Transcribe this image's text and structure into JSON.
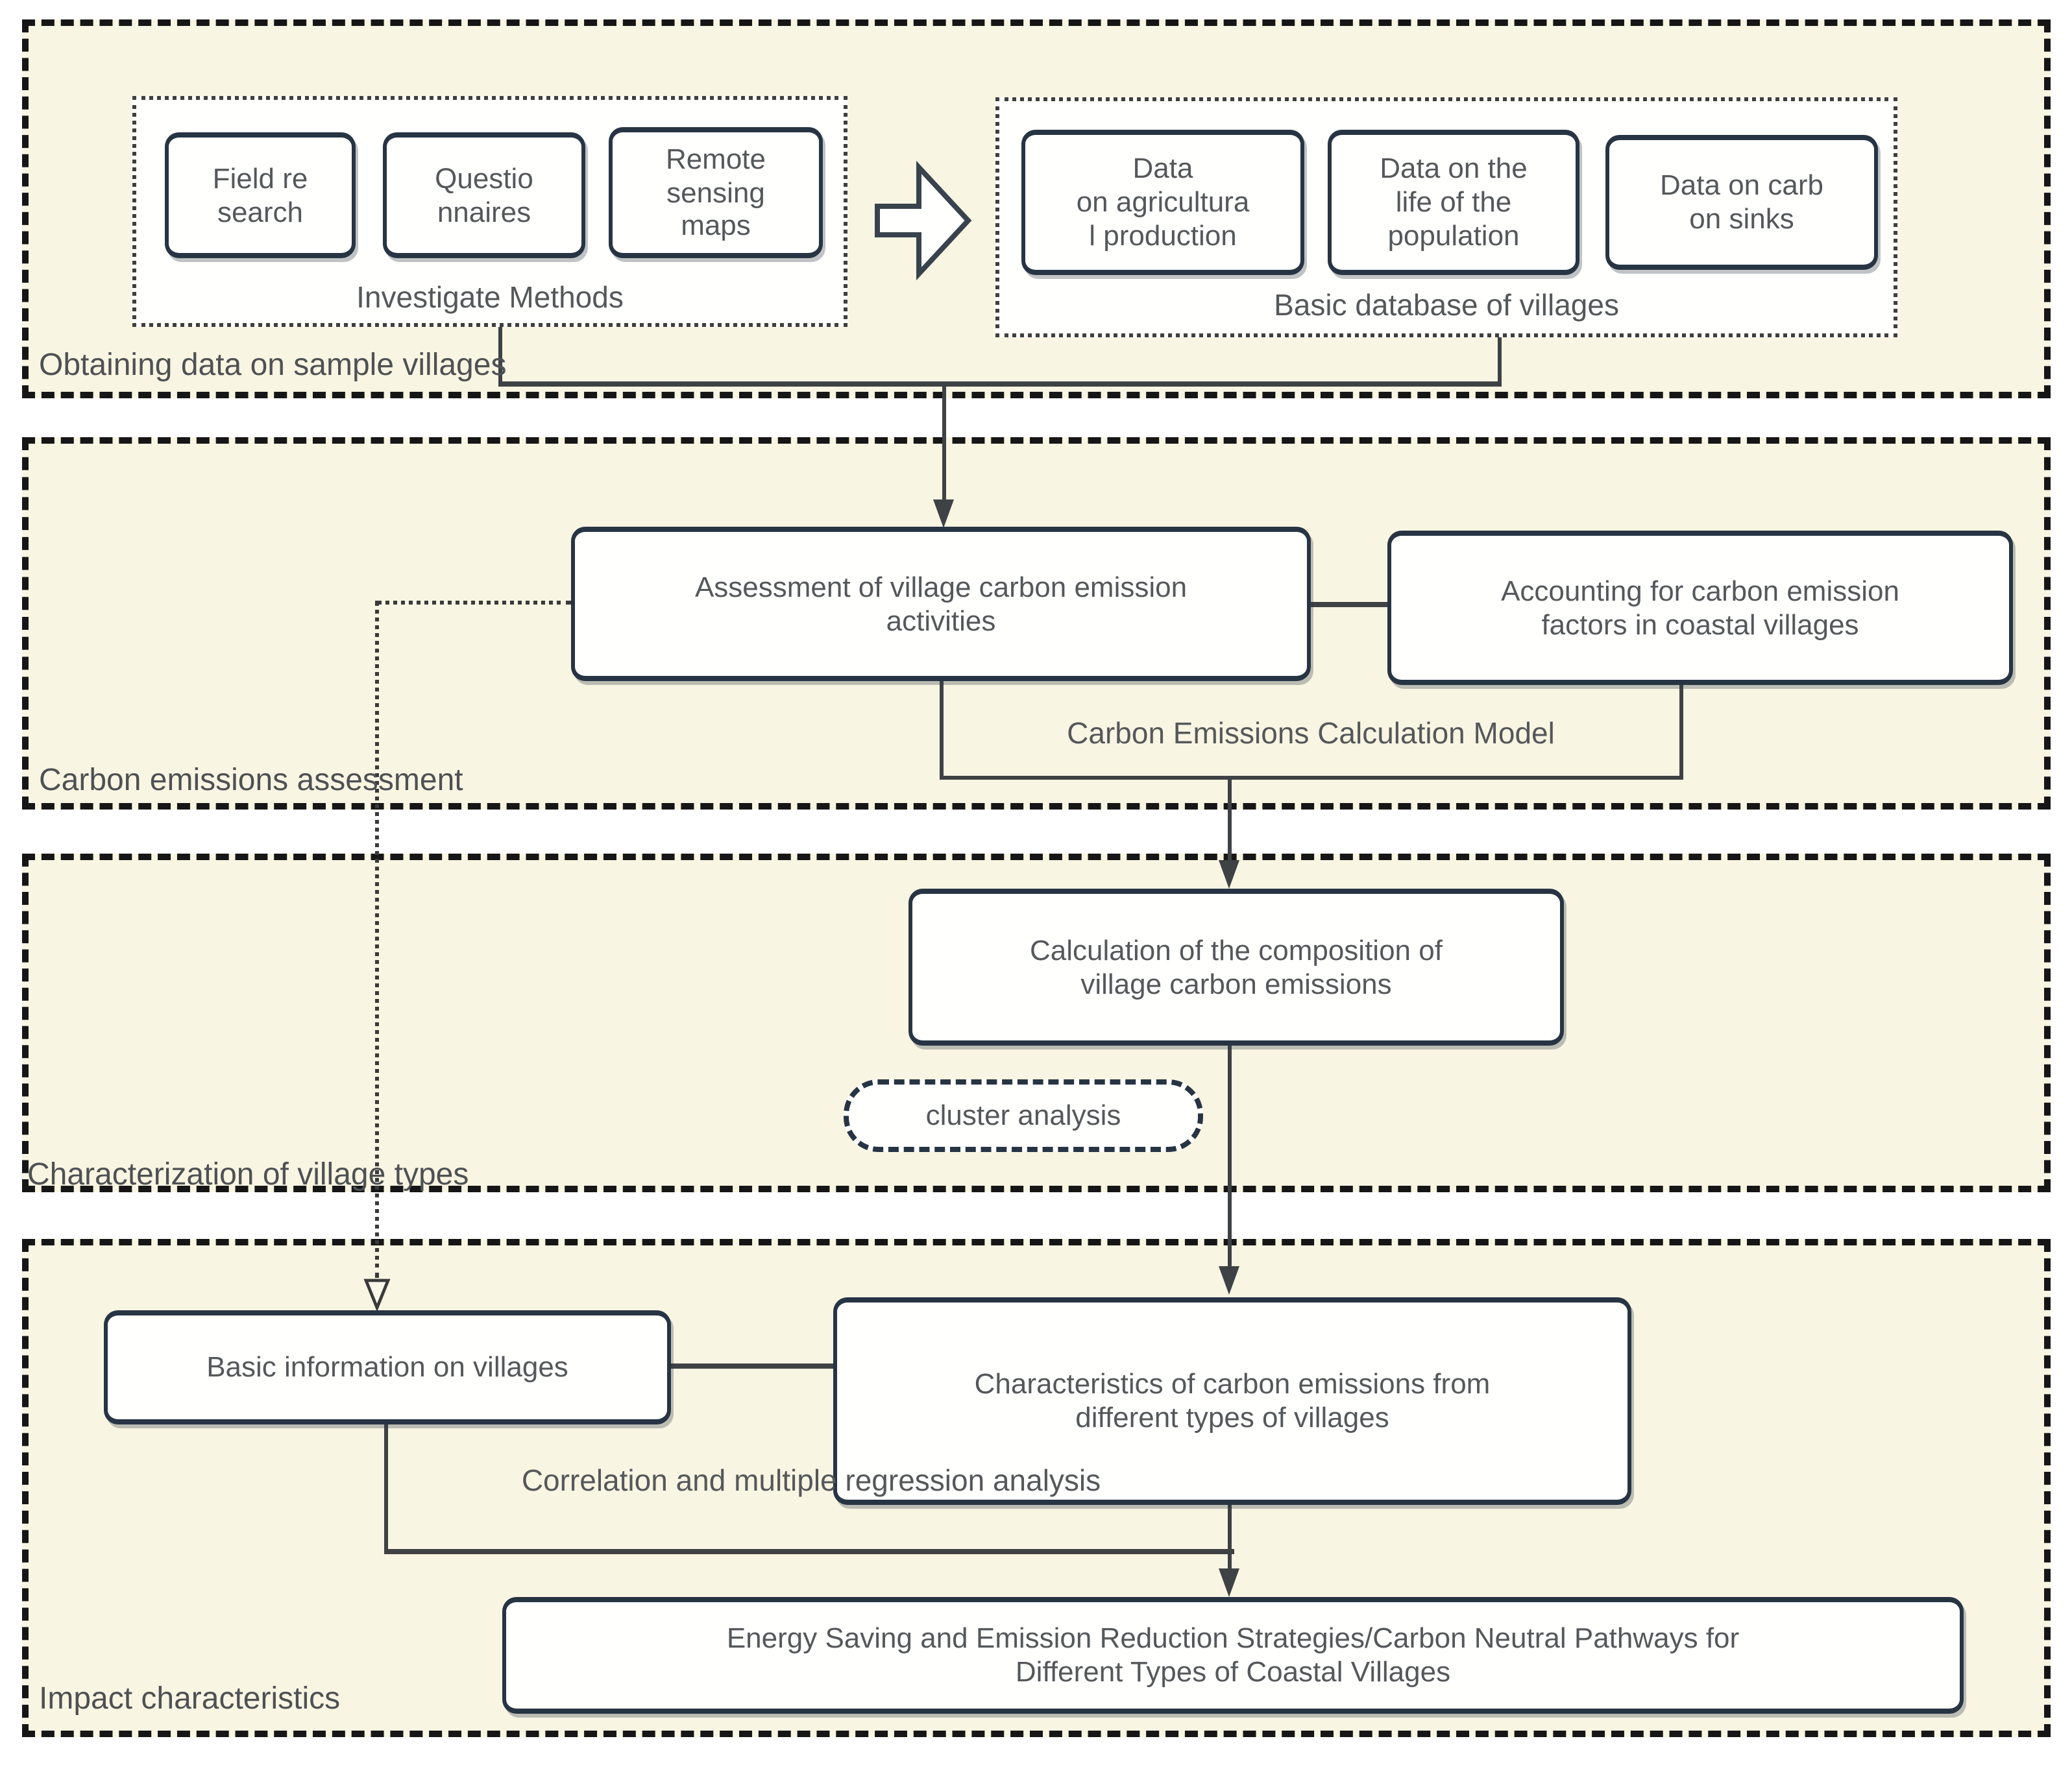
{
  "sections": [
    {
      "label": "Obtaining data on sample villages"
    },
    {
      "label": "Carbon emissions assessment"
    },
    {
      "label": "Characterization of village types"
    },
    {
      "label": "Impact characteristics"
    }
  ],
  "obtaining": {
    "investigate_methods": {
      "label": "Investigate Methods",
      "items": [
        "Field re\nsearch",
        "Questio\nnnaires",
        "Remote\nsensing\nmaps"
      ]
    },
    "basic_database": {
      "label": "Basic database of villages",
      "items": [
        "Data\non agricultura\nl production",
        "Data on the\nlife of the\npopulation",
        "Data on carb\non sinks"
      ]
    }
  },
  "assessment": {
    "activities_box": "Assessment of village carbon emission\nactivities",
    "factors_box": "Accounting for carbon emission\nfactors in coastal villages",
    "model_label": "Carbon Emissions Calculation Model"
  },
  "characterization": {
    "calculation_box": "Calculation of the composition of\nvillage carbon emissions",
    "cluster_box": "cluster analysis"
  },
  "impact": {
    "basic_info_box": "Basic information on villages",
    "characteristics_box": "Characteristics of carbon emissions from\ndifferent types of villages",
    "regression_label": "Correlation and multiple regression analysis",
    "strategy_box": "Energy Saving and Emission Reduction Strategies/Carbon Neutral Pathways for\nDifferent Types of Coastal Villages"
  },
  "colors": {
    "section_fill": "#f9f5e3",
    "node_fill": "#fffffe",
    "node_border": "#273443",
    "dash_border": "#161616",
    "line": "#3e4245",
    "text": "#55585a"
  }
}
